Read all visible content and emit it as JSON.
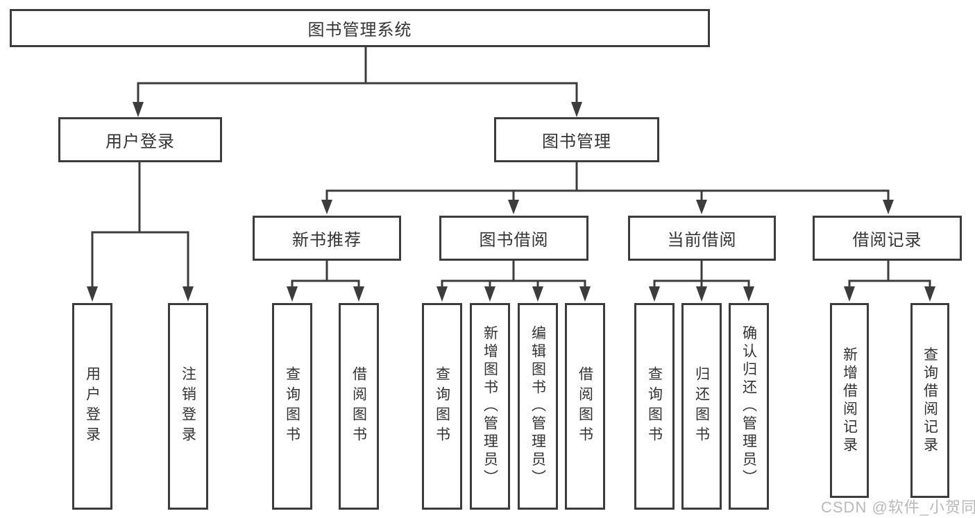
{
  "diagram": {
    "root": {
      "label": "图书管理系统"
    },
    "level2": [
      {
        "label": "用户登录"
      },
      {
        "label": "图书管理"
      }
    ],
    "level3": [
      {
        "label": "新书推荐"
      },
      {
        "label": "图书借阅"
      },
      {
        "label": "当前借阅"
      },
      {
        "label": "借阅记录"
      }
    ],
    "leaves": [
      {
        "label": "用户登录",
        "parent": "用户登录"
      },
      {
        "label": "注销登录",
        "parent": "用户登录"
      },
      {
        "label": "查询图书",
        "parent": "新书推荐"
      },
      {
        "label": "借阅图书",
        "parent": "新书推荐"
      },
      {
        "label": "查询图书",
        "parent": "图书借阅"
      },
      {
        "label": "新增图书（管理员）",
        "parent": "图书借阅"
      },
      {
        "label": "编辑图书（管理员）",
        "parent": "图书借阅"
      },
      {
        "label": "借阅图书",
        "parent": "图书借阅"
      },
      {
        "label": "查询图书",
        "parent": "当前借阅"
      },
      {
        "label": "归还图书",
        "parent": "当前借阅"
      },
      {
        "label": "确认归还（管理员）",
        "parent": "当前借阅"
      },
      {
        "label": "新增借阅记录",
        "parent": "借阅记录"
      },
      {
        "label": "查询借阅记录",
        "parent": "借阅记录"
      }
    ]
  },
  "watermark": {
    "text": "CSDN @软件_小贺同学"
  },
  "colors": {
    "line": "#3c3c3c",
    "text": "#333333",
    "wm": "#b9b9b9",
    "bg": "#ffffff"
  }
}
